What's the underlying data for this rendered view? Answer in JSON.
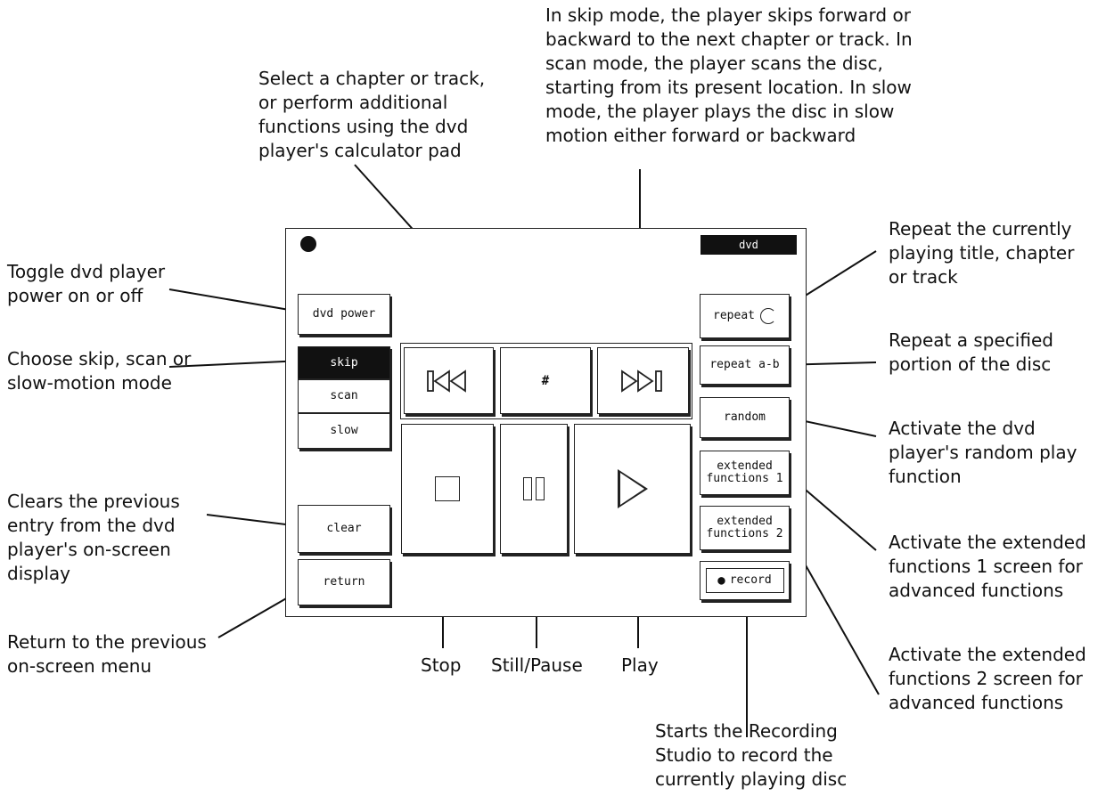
{
  "panel": {
    "mode_badge": "dvd",
    "left_buttons": {
      "power": "dvd power",
      "mode_skip": "skip",
      "mode_scan": "scan",
      "mode_slow": "slow",
      "clear": "clear",
      "return": "return"
    },
    "center_buttons": {
      "prev_icon": "skip-back-icon",
      "number_pad": "#",
      "next_icon": "skip-forward-icon",
      "stop_icon": "stop-icon",
      "pause_icon": "pause-icon",
      "play_icon": "play-icon"
    },
    "right_buttons": {
      "repeat": "repeat",
      "repeat_ab": "repeat a-b",
      "random": "random",
      "ext1_line1": "extended",
      "ext1_line2": "functions 1",
      "ext2_line1": "extended",
      "ext2_line2": "functions 2",
      "record": "record"
    },
    "active_mode": "skip"
  },
  "callouts": {
    "power": [
      "Toggle dvd player",
      "power on or off"
    ],
    "mode": [
      "Choose skip, scan or",
      "slow-motion mode"
    ],
    "clear": [
      "Clears the previous",
      "entry from the dvd",
      "player's on-screen",
      "display"
    ],
    "return": [
      "Return to the previous",
      "on-screen menu"
    ],
    "number": [
      "Select a chapter or track,",
      "or perform additional",
      "functions using the dvd",
      "player's calculator pad"
    ],
    "skip": [
      "In skip mode, the player skips forward or",
      "backward to the next chapter or track. In",
      "scan mode, the player scans the disc,",
      "starting from its present location. In slow",
      "mode, the player plays the disc in slow",
      "motion either forward or backward"
    ],
    "repeat": [
      "Repeat the currently",
      "playing title, chapter",
      "or track"
    ],
    "repeat_ab": [
      "Repeat a specified",
      "portion of the disc"
    ],
    "random": [
      "Activate the dvd",
      "player's random play",
      "function"
    ],
    "ext1": [
      "Activate the extended",
      "functions 1 screen for",
      "advanced functions"
    ],
    "ext2": [
      "Activate the extended",
      "functions 2 screen for",
      "advanced functions"
    ],
    "record": [
      "Starts the Recording",
      "Studio to record the",
      "currently playing disc"
    ],
    "stop": "Stop",
    "pause": "Still/Pause",
    "play": "Play"
  }
}
